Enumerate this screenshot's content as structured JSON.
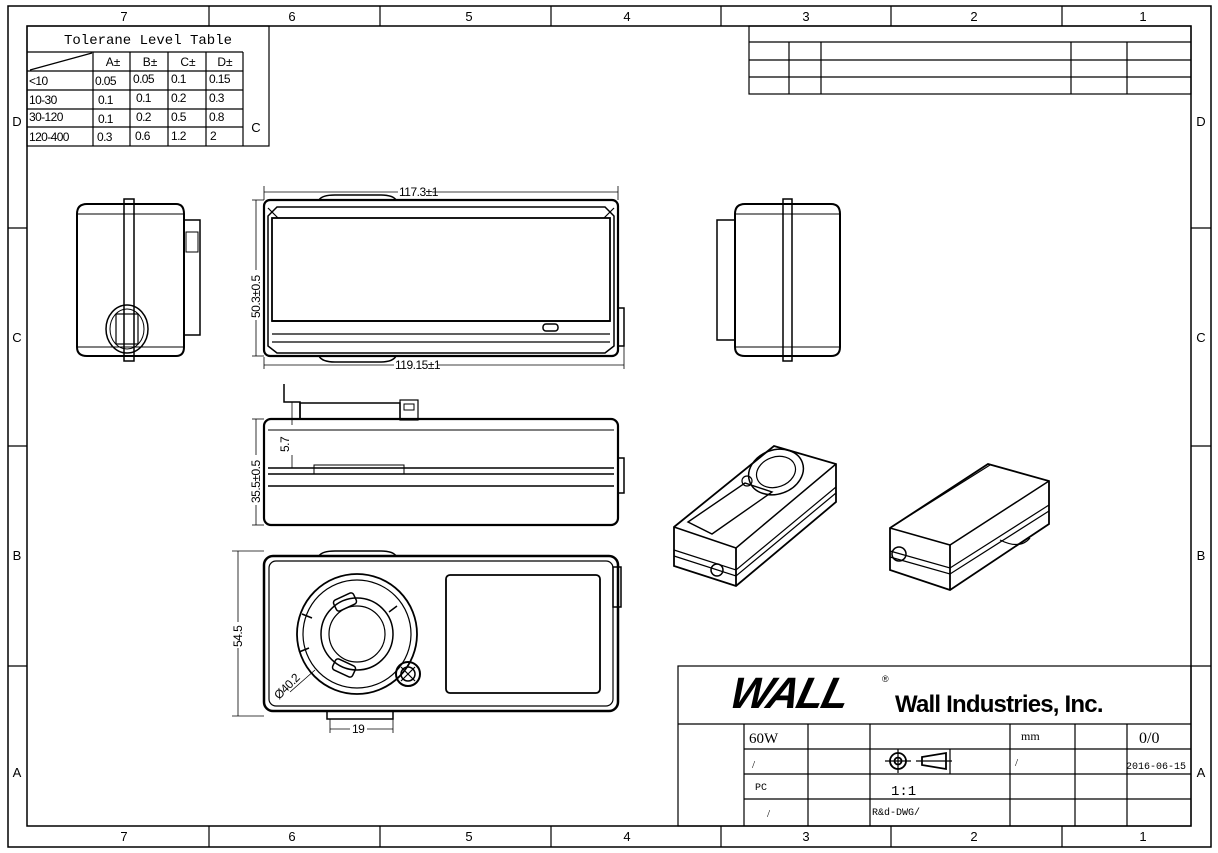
{
  "border": {
    "columns": [
      "7",
      "6",
      "5",
      "4",
      "3",
      "2",
      "1"
    ],
    "rows": [
      "D",
      "C",
      "B",
      "A"
    ]
  },
  "tolerance_table": {
    "title": "Tolerane Level Table",
    "headers": [
      "A±",
      "B±",
      "C±",
      "D±"
    ],
    "rows": [
      {
        "range": "<10",
        "values": [
          "0.05",
          "0.05",
          "0.1",
          "0.15"
        ]
      },
      {
        "range": "10-30",
        "values": [
          "0.1",
          "0.1",
          "0.2",
          "0.3"
        ]
      },
      {
        "range": "30-120",
        "values": [
          "0.1",
          "0.2",
          "0.5",
          "0.8"
        ]
      },
      {
        "range": "120-400",
        "values": [
          "0.3",
          "0.6",
          "1.2",
          "2"
        ]
      }
    ],
    "level": "C"
  },
  "dimensions": {
    "top_width": "117.3±1",
    "bottom_width": "119.15±1",
    "front_height": "50.3±0.5",
    "side_height": "35.5±0.5",
    "side_offset": "5.7",
    "bottom_height": "54.5",
    "socket_diameter": "Ø40.2",
    "tab_width": "19"
  },
  "title_block": {
    "company": "Wall Industries, Inc.",
    "logo_text": "WALL",
    "registered": "®",
    "model": "60W",
    "unit": "mm",
    "sheet": "0/0",
    "slash1": "/",
    "slash2": "/",
    "date": "2016-06-15",
    "material": "PC",
    "scale": "1:1",
    "slash3": "/",
    "drawing_no": "R&d-DWG/"
  }
}
